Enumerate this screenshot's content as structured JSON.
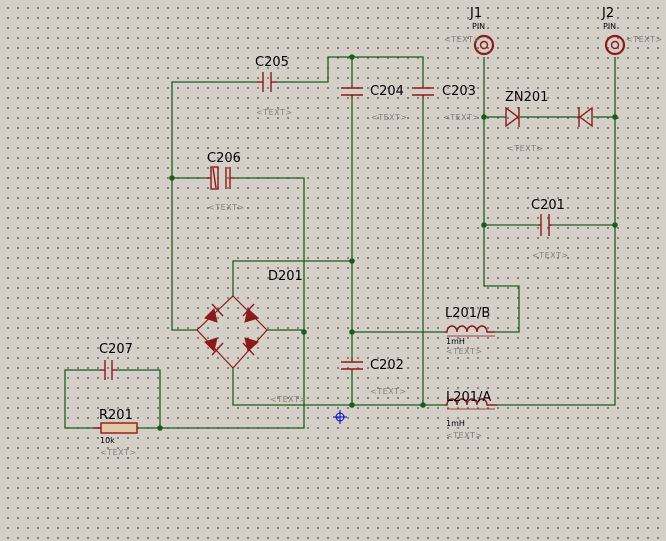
{
  "placeholder": "<TEXT>",
  "components": {
    "j1": {
      "ref": "J1",
      "value": "PIN"
    },
    "j2": {
      "ref": "J2",
      "value": "PIN"
    },
    "c205": {
      "ref": "C205"
    },
    "c204": {
      "ref": "C204"
    },
    "c203": {
      "ref": "C203"
    },
    "c206": {
      "ref": "C206"
    },
    "zn201": {
      "ref": "ZN201"
    },
    "c201": {
      "ref": "C201"
    },
    "d201": {
      "ref": "D201"
    },
    "l201b": {
      "ref": "L201/B",
      "value": "1mH"
    },
    "c207": {
      "ref": "C207"
    },
    "c202": {
      "ref": "C202"
    },
    "r201": {
      "ref": "R201",
      "value": "10k"
    },
    "l201a": {
      "ref": "L201/A",
      "value": "1mH"
    }
  },
  "colors": {
    "wire": "#1f5b1f",
    "component": "#8b1a1a",
    "placeholder": "#808080",
    "background": "#d4d0c8",
    "cursor": "#0000cc"
  }
}
